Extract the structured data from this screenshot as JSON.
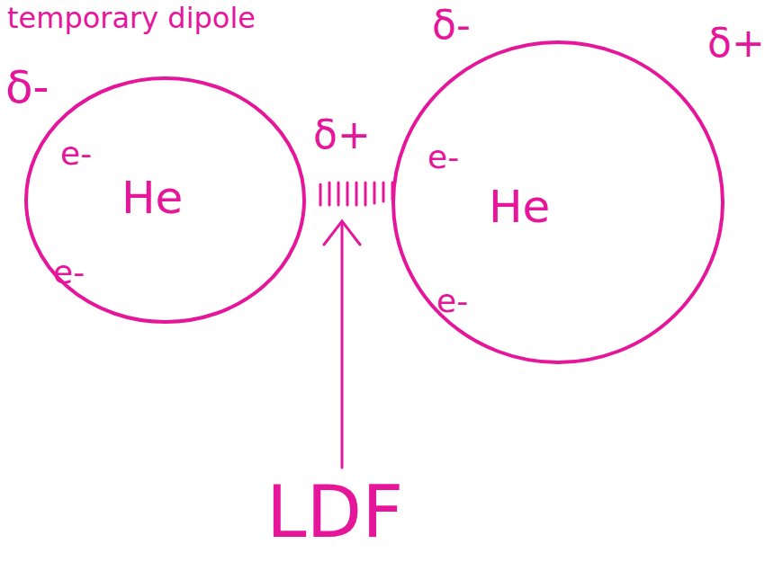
{
  "diagram": {
    "nodes": [
      {
        "text": [
          "He",
          "e-",
          "e-"
        ]
      },
      {
        "text": [
          "He",
          "e-",
          "e-"
        ]
      }
    ],
    "labels": [
      "temporary dipole",
      "δ-",
      "δ+",
      "δ-",
      "δ+",
      "LDF"
    ]
  }
}
